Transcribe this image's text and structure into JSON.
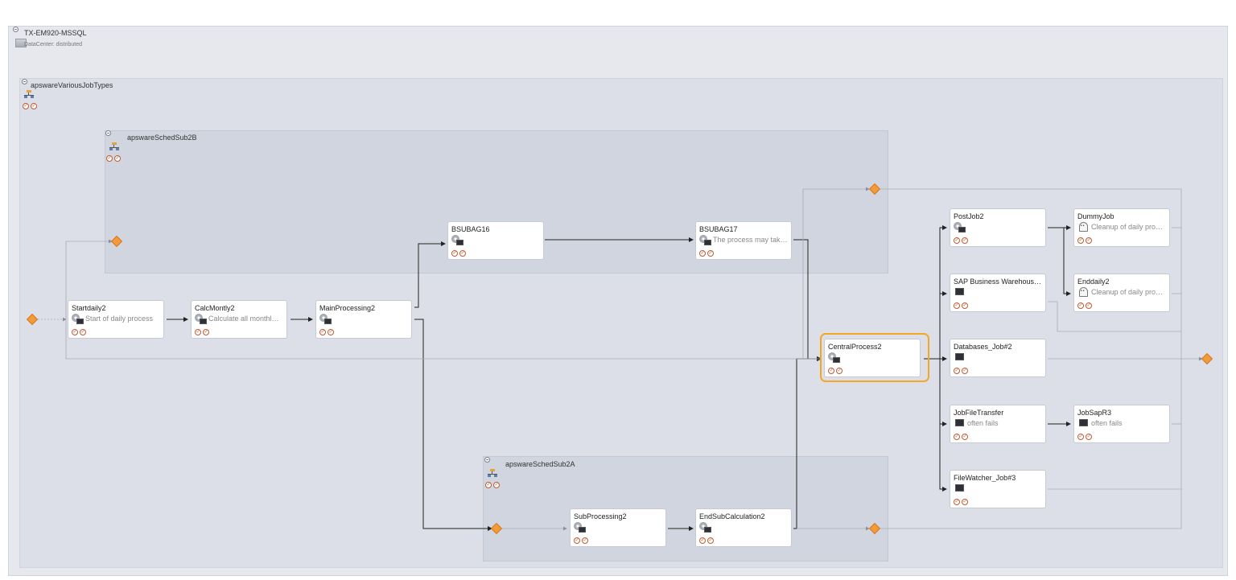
{
  "groups": {
    "server": {
      "title": "TX-EM920-MSSQL",
      "subtitle": "DataCenter: distributed"
    },
    "main": {
      "title": "apswareVariousJobTypes"
    },
    "sub_b": {
      "title": "apswareSchedSub2B"
    },
    "sub_a": {
      "title": "apswareSchedSub2A"
    }
  },
  "jobs": {
    "startdaily2": {
      "name": "Startdaily2",
      "desc": "Start of daily process",
      "icon": "gear-terminal-icon"
    },
    "calcmontly2": {
      "name": "CalcMontly2",
      "desc": "Calculate all monthl…",
      "icon": "gear-terminal-icon"
    },
    "mainprocessing2": {
      "name": "MainProcessing2",
      "desc": "",
      "icon": "gear-terminal-icon"
    },
    "bsubag16": {
      "name": "BSUBAG16",
      "desc": "",
      "icon": "gear-terminal-icon"
    },
    "bsubag17": {
      "name": "BSUBAG17",
      "desc": "The process may tak…",
      "icon": "gear-terminal-icon"
    },
    "centralprocess2": {
      "name": "CentralProcess2",
      "desc": "",
      "icon": "gear-terminal-icon"
    },
    "subprocessing2": {
      "name": "SubProcessing2",
      "desc": "",
      "icon": "gear-terminal-icon"
    },
    "endsubcalculation2": {
      "name": "EndSubCalculation2",
      "desc": "",
      "icon": "gear-terminal-icon"
    },
    "postjob2": {
      "name": "PostJob2",
      "desc": "",
      "icon": "gear-terminal-icon"
    },
    "sapbw": {
      "name": "SAP Business Warehous…",
      "desc": "",
      "icon": "terminal-icon"
    },
    "databases": {
      "name": "Databases_Job#2",
      "desc": "",
      "icon": "terminal-icon"
    },
    "jobfiletransfer": {
      "name": "JobFileTransfer",
      "desc": "often fails",
      "icon": "terminal-icon"
    },
    "filewatcher": {
      "name": "FileWatcher_Job#3",
      "desc": "",
      "icon": "terminal-icon"
    },
    "dummyjob": {
      "name": "DummyJob",
      "desc": "Cleanup of daily pro…",
      "icon": "ghost-icon"
    },
    "enddaily2": {
      "name": "Enddaily2",
      "desc": "Cleanup of daily pro…",
      "icon": "ghost-icon"
    },
    "jobsapr3": {
      "name": "JobSapR3",
      "desc": "often fails",
      "icon": "terminal-icon"
    }
  },
  "colors": {
    "selection": "#f5a623",
    "diamond": "#f39a3a",
    "status": "#c15a33"
  }
}
